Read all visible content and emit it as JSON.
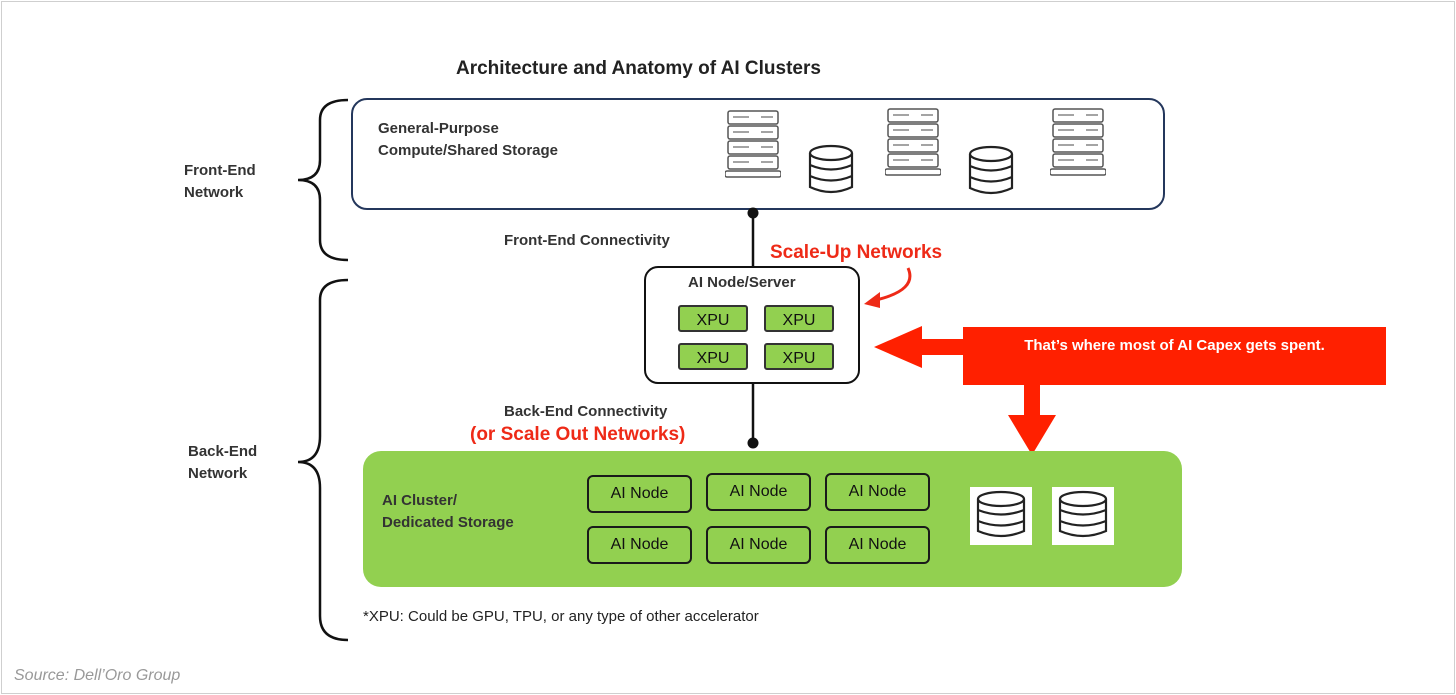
{
  "title": "Architecture and Anatomy of AI Clusters",
  "front_end": {
    "network_label_1": "Front-End",
    "network_label_2": "Network",
    "box_label_1": "General-Purpose",
    "box_label_2": "Compute/Shared Storage",
    "connectivity": "Front-End Connectivity"
  },
  "scale_up_label": "Scale-Up Networks",
  "node": {
    "title": "AI Node/Server",
    "xpus": [
      "XPU",
      "XPU",
      "XPU",
      "XPU"
    ]
  },
  "callout": "That’s where most of AI Capex gets spent.",
  "back_end": {
    "connectivity": "Back-End Connectivity",
    "scale_out": "(or Scale Out Networks)",
    "network_label_1": "Back-End",
    "network_label_2": "Network",
    "cluster_label_1": "AI Cluster/",
    "cluster_label_2": "Dedicated Storage",
    "nodes": [
      "AI Node",
      "AI Node",
      "AI Node",
      "AI Node",
      "AI Node",
      "AI Node"
    ]
  },
  "footnote": "*XPU: Could be GPU, TPU, or any type of other accelerator",
  "source": "Source: Dell’Oro Group",
  "colors": {
    "green": "#92d050",
    "red": "#ff2000",
    "navy_border": "#24375c"
  },
  "icons": [
    "server-rack-icon",
    "database-icon",
    "brace-icon",
    "arrow-icon"
  ]
}
